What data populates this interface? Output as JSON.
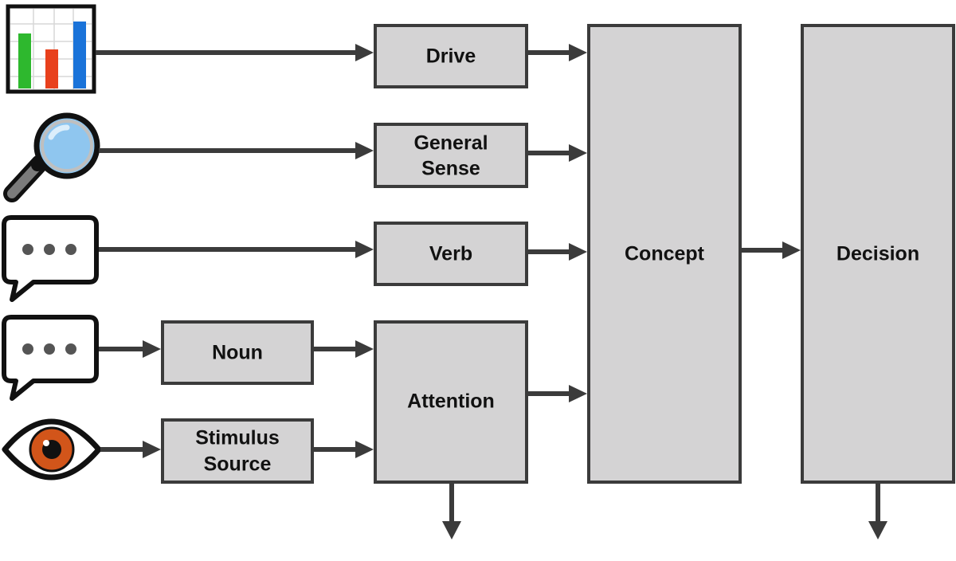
{
  "boxes": {
    "drive": "Drive",
    "general_sense": [
      "General",
      "Sense"
    ],
    "verb": "Verb",
    "noun": "Noun",
    "stimulus_source": [
      "Stimulus",
      "Source"
    ],
    "attention": "Attention",
    "concept": "Concept",
    "decision": "Decision"
  },
  "input_icons": [
    "bar-chart-icon",
    "magnifying-glass-icon",
    "speech-bubble-icon",
    "speech-bubble-icon",
    "eye-icon"
  ],
  "colors": {
    "box_fill": "#d4d3d4",
    "box_stroke": "#3b3b3b",
    "arrow": "#3b3b3b",
    "chart_green": "#2eb82e",
    "chart_red": "#e8401c",
    "chart_blue": "#1a73d9",
    "magnifier_lens": "#8fc6ef",
    "eye_iris": "#d2551a"
  }
}
